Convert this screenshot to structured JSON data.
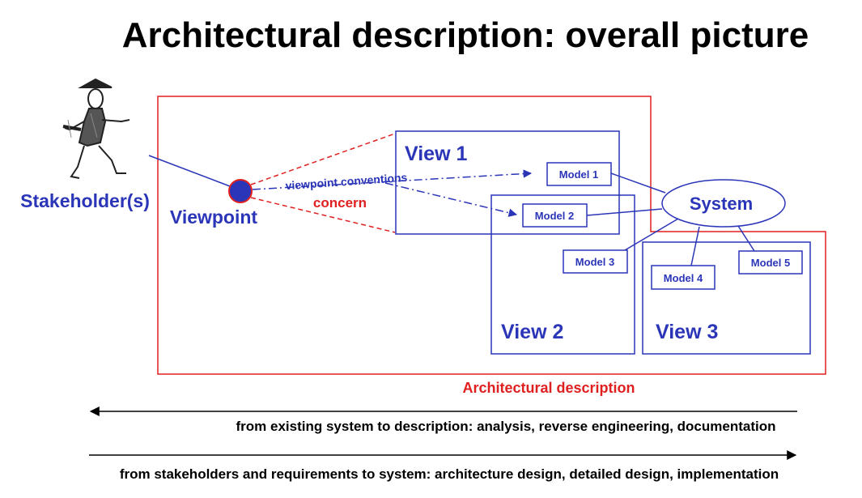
{
  "title": "Architectural description: overall picture",
  "stakeholder": {
    "label": "Stakeholder(s)",
    "figure_icon": "stakeholder-figure-drawing"
  },
  "viewpoint": {
    "label": "Viewpoint"
  },
  "connectors": {
    "viewpoint_conventions": "viewpoint conventions",
    "concern": "concern"
  },
  "views": {
    "view1": "View 1",
    "view2": "View 2",
    "view3": "View 3"
  },
  "models": {
    "m1": "Model 1",
    "m2": "Model 2",
    "m3": "Model 3",
    "m4": "Model 4",
    "m5": "Model 5"
  },
  "system": {
    "label": "System"
  },
  "architectural_description": {
    "label": "Architectural description"
  },
  "arrows": {
    "analysis": "from existing system to description: analysis, reverse engineering, documentation",
    "design": "from stakeholders and requirements to system: architecture design, detailed design, implementation"
  },
  "colors": {
    "blue": "#2b35b8",
    "red": "#e02020",
    "black": "#000000"
  }
}
